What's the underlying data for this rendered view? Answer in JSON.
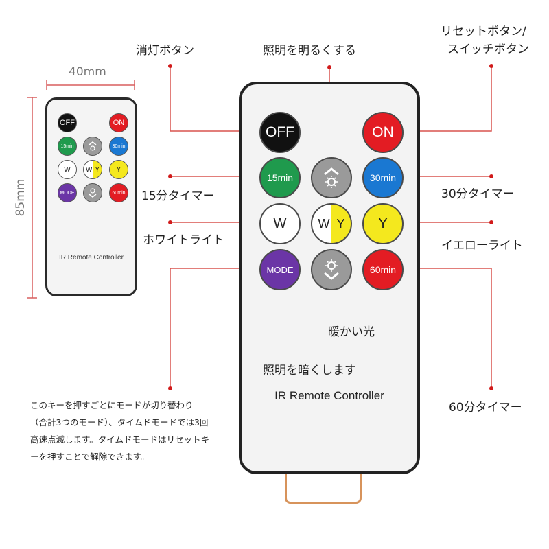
{
  "dimensions": {
    "width_label": "40mm",
    "height_label": "85mm"
  },
  "small_remote": {
    "title": "IR Remote Controller",
    "buttons": [
      {
        "label": "OFF",
        "color": "#111111"
      },
      {
        "label": "ON",
        "color": "#e31c23"
      },
      {
        "label": "15min",
        "color": "#1f9a4d"
      },
      {
        "label": "",
        "icon": "brightness-up-icon",
        "color": "#9a9a9a"
      },
      {
        "label": "30min",
        "color": "#1a78d2"
      },
      {
        "label": "W",
        "color": "#ffffff",
        "text_color": "#222222"
      },
      {
        "label_left": "W",
        "label_right": "Y",
        "color_left": "#ffffff",
        "color_right": "#f4e81e"
      },
      {
        "label": "Y",
        "color": "#f4e81e",
        "text_color": "#222222"
      },
      {
        "label": "MODE",
        "color": "#6b35a6"
      },
      {
        "label": "",
        "icon": "brightness-down-icon",
        "color": "#9a9a9a"
      },
      {
        "label": "60min",
        "color": "#e31c23"
      }
    ]
  },
  "big_remote": {
    "title": "IR Remote Controller",
    "buttons": {
      "off": {
        "label": "OFF",
        "color": "#111111"
      },
      "on": {
        "label": "ON",
        "color": "#e31c23"
      },
      "timer15": {
        "label": "15min",
        "color": "#1f9a4d"
      },
      "bright_up": {
        "label": "",
        "icon": "brightness-up-icon",
        "color": "#9a9a9a"
      },
      "timer30": {
        "label": "30min",
        "color": "#1a78d2"
      },
      "white": {
        "label": "W",
        "color": "#ffffff"
      },
      "warm": {
        "label_left": "W",
        "label_right": "Y",
        "color_left": "#ffffff",
        "color_right": "#f4e81e"
      },
      "yellow": {
        "label": "Y",
        "color": "#f4e81e"
      },
      "mode": {
        "label": "MODE",
        "color": "#6b35a6"
      },
      "bright_down": {
        "label": "",
        "icon": "brightness-down-icon",
        "color": "#9a9a9a"
      },
      "timer60": {
        "label": "60min",
        "color": "#e31c23"
      }
    }
  },
  "callouts": {
    "off": "消灯ボタン",
    "brighter": "照明を明るくする",
    "on_line1": "リセットボタン/",
    "on_line2": "スイッチボタン",
    "timer15": "15分タイマー",
    "timer30": "30分タイマー",
    "white": "ホワイトライト",
    "yellow": "イエローライト",
    "warm": "暖かい光",
    "dimmer": "照明を暗くします",
    "timer60": "60分タイマー"
  },
  "mode_description": {
    "line1": "このキーを押すごとにモードが切り替わり",
    "line2": "（合計3つのモード）、タイムドモードでは3回",
    "line3": "高速点滅します。タイムドモードはリセットキ",
    "line4": "ーを押すことで解除できます。"
  },
  "colors": {
    "callout_dot": "#d11b1b",
    "callout_line": "#d9534f",
    "dimension_line": "#d95f5f"
  }
}
